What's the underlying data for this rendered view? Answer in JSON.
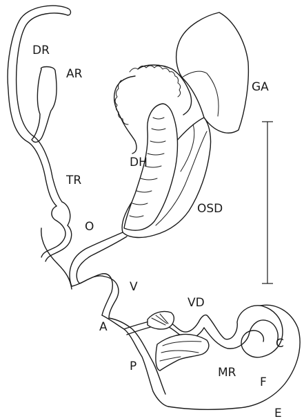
{
  "labels": {
    "dr": "DR",
    "ar": "AR",
    "ga": "GA",
    "dh": "DH",
    "tr": "TR",
    "osd": "OSD",
    "o": "O",
    "v": "V",
    "vd": "VD",
    "a": "A",
    "c": "C",
    "p": "P",
    "mr": "MR",
    "f": "F",
    "e": "E"
  },
  "colors": {
    "ink": "#1a1a1a",
    "paper": "#ffffff"
  }
}
